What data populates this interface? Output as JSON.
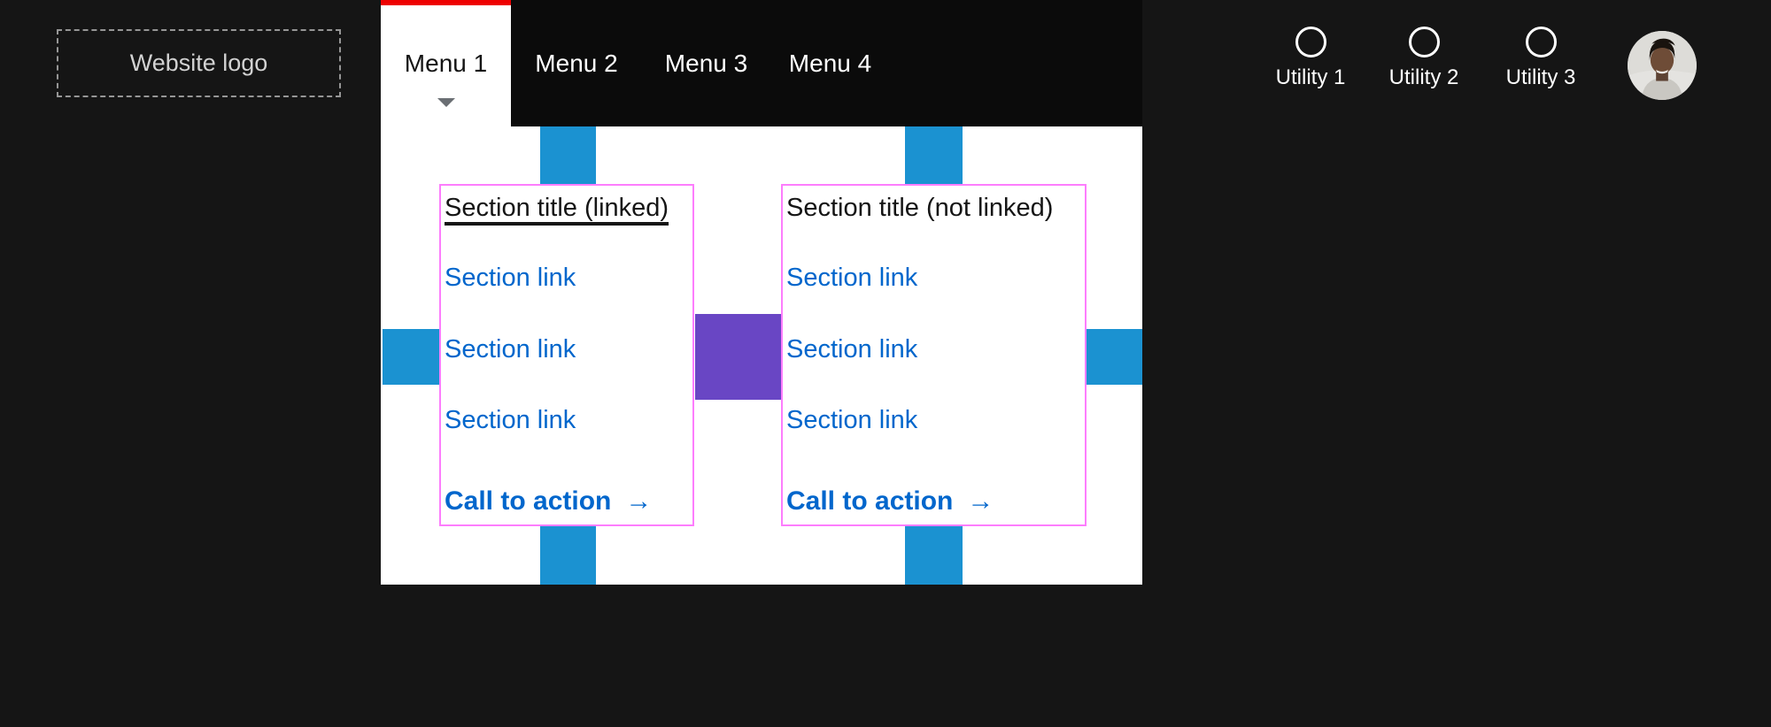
{
  "masthead": {
    "logo_label": "Website logo",
    "menus": [
      {
        "label": "Menu 1",
        "active": true
      },
      {
        "label": "Menu 2",
        "active": false
      },
      {
        "label": "Menu 3",
        "active": false
      },
      {
        "label": "Menu 4",
        "active": false
      }
    ],
    "utilities": [
      {
        "label": "Utility 1"
      },
      {
        "label": "Utility 2"
      },
      {
        "label": "Utility 3"
      }
    ]
  },
  "megamenu": {
    "sections": [
      {
        "title": "Section title (linked)",
        "title_linked": true,
        "links": [
          "Section link",
          "Section link",
          "Section link"
        ],
        "cta_label": "Call to action"
      },
      {
        "title": "Section title (not linked)",
        "title_linked": false,
        "links": [
          "Section link",
          "Section link",
          "Section link"
        ],
        "cta_label": "Call to action"
      }
    ]
  },
  "icons": {
    "chevron_down": "▾",
    "arrow_right": "→"
  },
  "colors": {
    "page_background": "#151515",
    "nav_background": "#0b0b0b",
    "active_accent_red": "#ee0000",
    "link_blue": "#0066cc",
    "spacer_blue": "#1b92d1",
    "spacer_purple": "#6946c4",
    "section_outline_pink": "#fd7dfd"
  }
}
